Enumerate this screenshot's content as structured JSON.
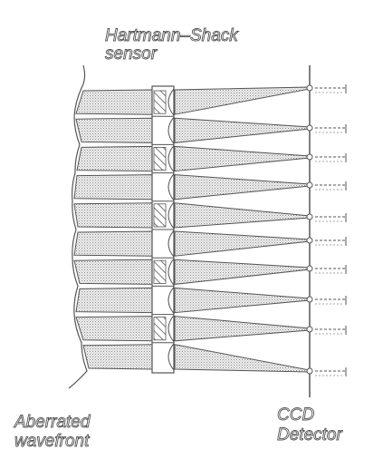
{
  "figure": {
    "sensor_label_line1": "Hartmann–Shack",
    "sensor_label_line2": "sensor",
    "wavefront_label_line1": "Aberrated",
    "wavefront_label_line2": "wavefront",
    "detector_label_line1": "CCD",
    "detector_label_line2": "Detector"
  },
  "colors": {
    "stroke": "#555555",
    "cone_fill": "#e3e3e3",
    "stipple": "#9a9a9a",
    "background": "#ffffff"
  }
}
